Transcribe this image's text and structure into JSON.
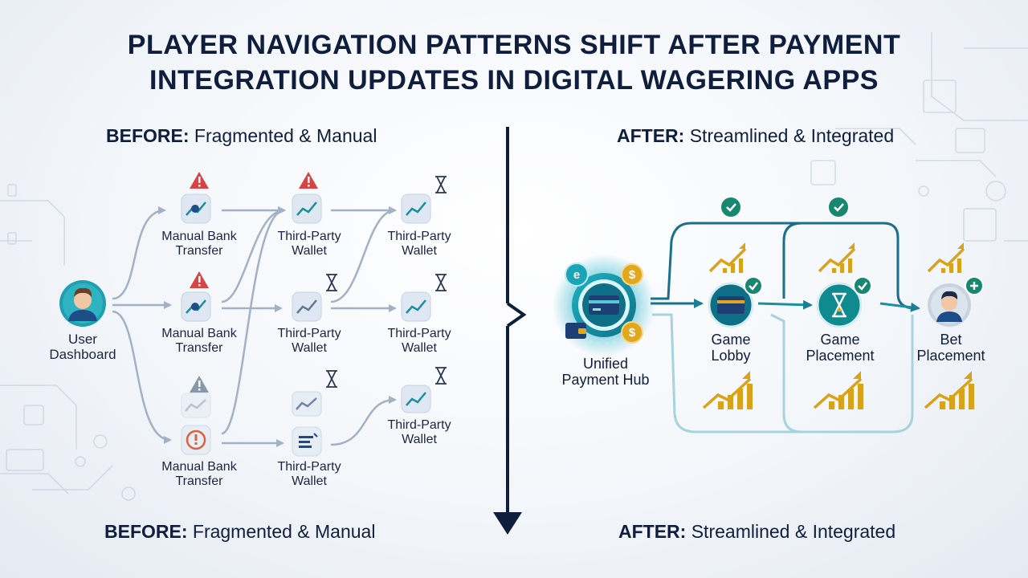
{
  "title_line1": "PLAYER NAVIGATION PATTERNS SHIFT AFTER PAYMENT",
  "title_line2": "INTEGRATION UPDATES IN DIGITAL WAGERING APPS",
  "before": {
    "prefix": "BEFORE:",
    "text": " Fragmented & Manual"
  },
  "after": {
    "prefix": "AFTER:",
    "text": " Streamlined & Integrated"
  },
  "left": {
    "user_line1": "User",
    "user_line2": "Dashboard",
    "manual_line1": "Manual Bank",
    "manual_line2": "Transfer",
    "third_line1": "Third-Party",
    "third_line2": "Wallet"
  },
  "right": {
    "hub_line1": "Unified",
    "hub_line2": "Payment Hub",
    "lobby_line1": "Game",
    "lobby_line2": "Lobby",
    "gplace_line1": "Game",
    "gplace_line2": "Placement",
    "bet_line1": "Bet",
    "bet_line2": "Placement",
    "hub_letter": "e",
    "coin_symbol": "$"
  },
  "colors": {
    "navy": "#0f1e3c",
    "teal": "#1a8fa0",
    "warning_red": "#d64545",
    "gold": "#d9a21b",
    "flow_gray": "#a3b1c4"
  }
}
